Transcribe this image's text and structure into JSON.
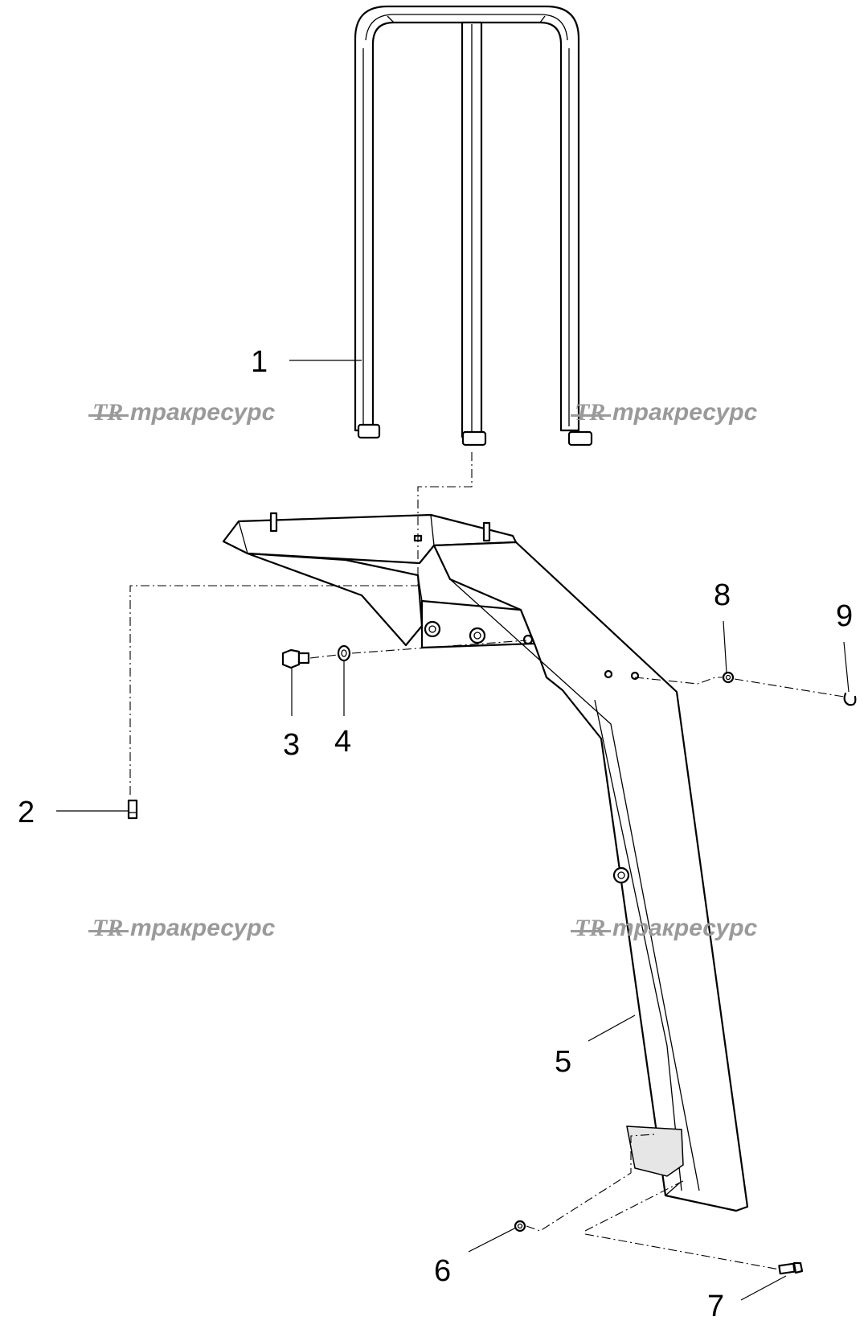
{
  "callouts": {
    "c1": "1",
    "c2": "2",
    "c3": "3",
    "c4": "4",
    "c5": "5",
    "c6": "6",
    "c7": "7",
    "c8": "8",
    "c9": "9"
  },
  "watermark": {
    "logo": "TR",
    "text": "тракресурс"
  },
  "colors": {
    "line": "#000000",
    "watermark": "#9a9a9a",
    "background": "#ffffff"
  }
}
